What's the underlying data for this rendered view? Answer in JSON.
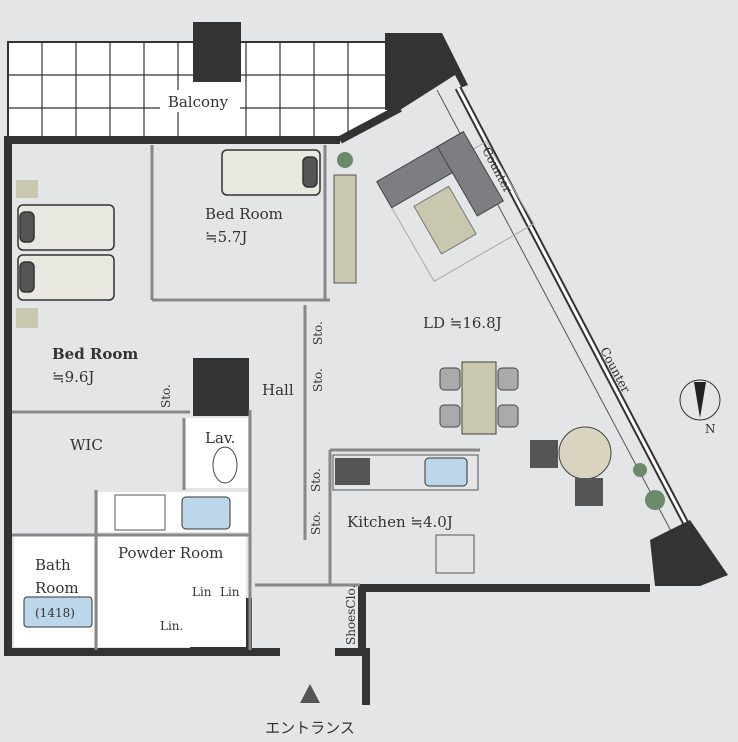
{
  "rooms": {
    "balcony": "Balcony",
    "bedroom1": {
      "name": "Bed Room",
      "size": "≒5.7J"
    },
    "bedroom2": {
      "name": "Bed Room",
      "size": "≒9.6J"
    },
    "ld": "LD ≒16.8J",
    "hall": "Hall",
    "wic": "WIC",
    "lav": "Lav.",
    "kitchen": "Kitchen ≒4.0J",
    "powder": "Powder Room",
    "bath": {
      "name1": "Bath",
      "name2": "Room",
      "size": "(1418)"
    },
    "lin": "Lin.",
    "lin_small": "Lin",
    "sto": "Sto.",
    "shoes": "ShoesClo.",
    "counter": "Counter",
    "entrance": "エントランス"
  },
  "compass": {
    "north": "N"
  },
  "colors": {
    "wall": "#333333",
    "fixture": "#bcd6ea",
    "sofa": "#7d7e82",
    "table": "#c9c7ad",
    "bg": "#e4e5e7"
  }
}
